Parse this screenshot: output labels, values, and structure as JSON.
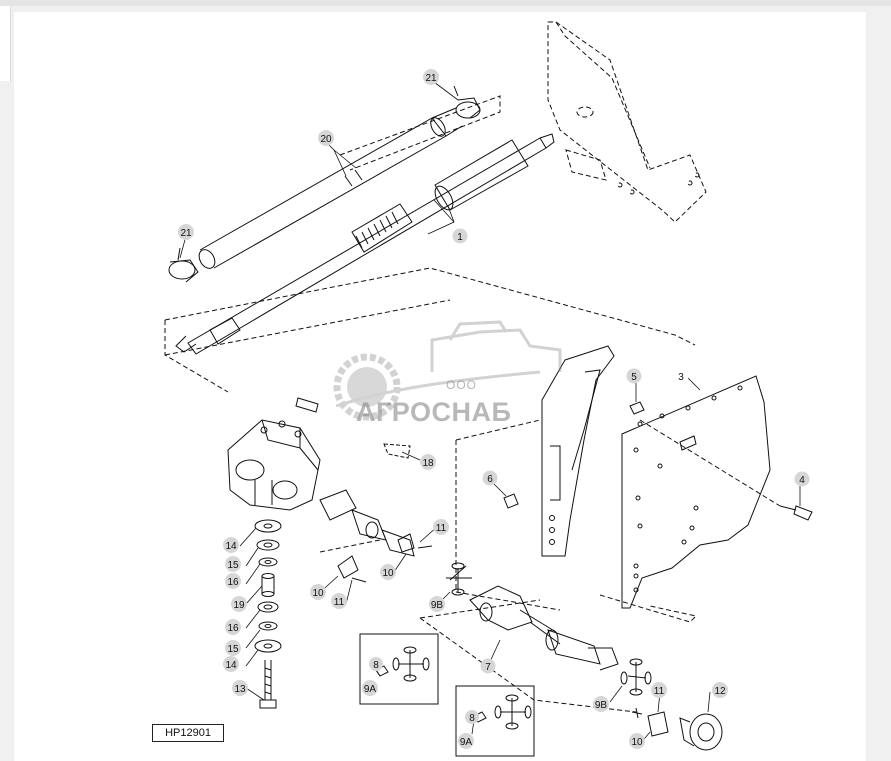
{
  "diagram": {
    "reference_code": "HP12901",
    "watermark": {
      "prefix": "ООО",
      "name": "АГРОСНАБ"
    },
    "callouts": [
      {
        "id": "c1",
        "label": "1"
      },
      {
        "id": "c3",
        "label": "3"
      },
      {
        "id": "c4",
        "label": "4"
      },
      {
        "id": "c5",
        "label": "5"
      },
      {
        "id": "c6",
        "label": "6"
      },
      {
        "id": "c7",
        "label": "7"
      },
      {
        "id": "c8a",
        "label": "8"
      },
      {
        "id": "c8b",
        "label": "8"
      },
      {
        "id": "c9a1",
        "label": "9A"
      },
      {
        "id": "c9a2",
        "label": "9A"
      },
      {
        "id": "c9b1",
        "label": "9B"
      },
      {
        "id": "c9b2",
        "label": "9B"
      },
      {
        "id": "c10a",
        "label": "10"
      },
      {
        "id": "c10b",
        "label": "10"
      },
      {
        "id": "c10c",
        "label": "10"
      },
      {
        "id": "c11a",
        "label": "11"
      },
      {
        "id": "c11b",
        "label": "11"
      },
      {
        "id": "c11c",
        "label": "11"
      },
      {
        "id": "c12",
        "label": "12"
      },
      {
        "id": "c13",
        "label": "13"
      },
      {
        "id": "c14a",
        "label": "14"
      },
      {
        "id": "c14b",
        "label": "14"
      },
      {
        "id": "c15a",
        "label": "15"
      },
      {
        "id": "c15b",
        "label": "15"
      },
      {
        "id": "c16a",
        "label": "16"
      },
      {
        "id": "c16b",
        "label": "16"
      },
      {
        "id": "c18",
        "label": "18"
      },
      {
        "id": "c19",
        "label": "19"
      },
      {
        "id": "c20",
        "label": "20"
      },
      {
        "id": "c21a",
        "label": "21"
      },
      {
        "id": "c21b",
        "label": "21"
      }
    ]
  }
}
